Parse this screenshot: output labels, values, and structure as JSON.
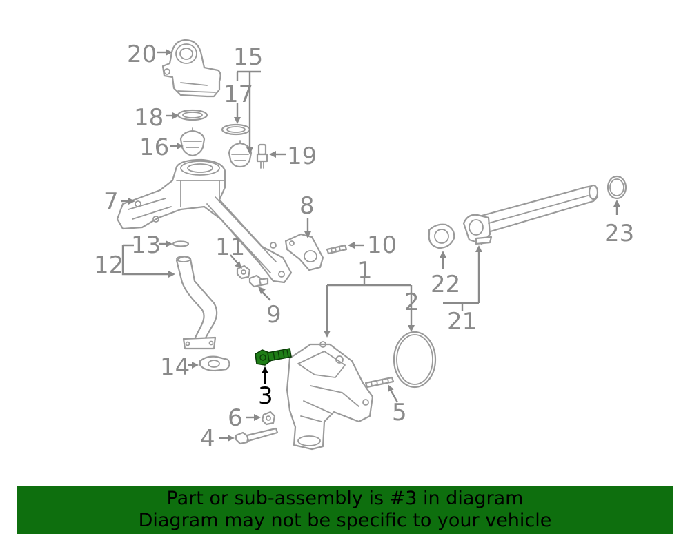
{
  "diagram": {
    "labels": [
      "1",
      "2",
      "3",
      "4",
      "5",
      "6",
      "7",
      "8",
      "9",
      "10",
      "11",
      "12",
      "13",
      "14",
      "15",
      "16",
      "17",
      "18",
      "19",
      "20",
      "21",
      "22",
      "23"
    ],
    "highlighted": "3",
    "colors": {
      "part_stroke": "#9a9a9a",
      "label": "#8a8a8a",
      "highlight": "#1e7d16",
      "banner": "#0e6f0e"
    }
  },
  "banner": {
    "line1": "Part or sub-assembly is #3 in diagram",
    "line2": "Diagram may not be specific to your vehicle"
  }
}
